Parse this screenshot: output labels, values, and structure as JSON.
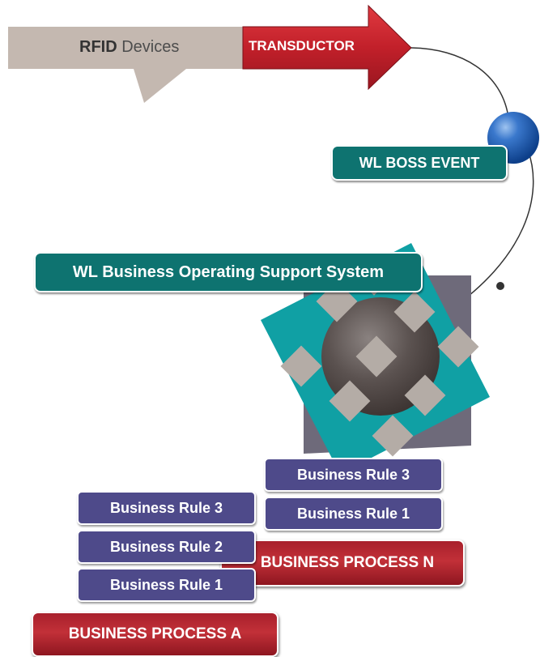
{
  "rfid": {
    "bold": "RFID",
    "rest": " Devices"
  },
  "transductor": "TRANSDUCTOR",
  "boss_event": "WL BOSS EVENT",
  "boss_system": "WL Business Operating Support System",
  "process_n": {
    "rules": [
      "Business Rule 3",
      "Business Rule 1"
    ],
    "label": "BUSINESS PROCESS N"
  },
  "process_a": {
    "rules": [
      "Business Rule 3",
      "Business Rule 2",
      "Business Rule 1"
    ],
    "label": "BUSINESS PROCESS A"
  },
  "colors": {
    "teal": "#0e7370",
    "rule_purple": "#4e4a8a",
    "process_red": "#b0262f",
    "arrow_grey": "#c4b8b0",
    "sphere_blue": "#1e5aa8"
  }
}
